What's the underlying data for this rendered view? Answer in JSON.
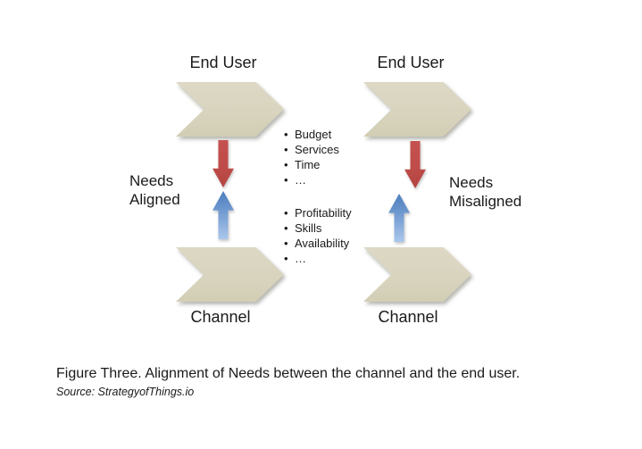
{
  "slide": {
    "groups": [
      {
        "id": "aligned",
        "top_label": "End User",
        "bottom_label": "Channel",
        "state_label": "Needs Aligned"
      },
      {
        "id": "misaligned",
        "top_label": "End User",
        "bottom_label": "Channel",
        "state_label": "Needs Misaligned"
      }
    ],
    "end_user_needs": [
      "Budget",
      "Services",
      "Time",
      "…"
    ],
    "channel_needs": [
      "Profitability",
      "Skills",
      "Availability",
      "…"
    ],
    "caption": "Figure Three. Alignment of Needs between the channel and the end user.",
    "source": "Source: StrategyofThings.io"
  },
  "colors": {
    "text": "#1a1a1a",
    "chevron-fill": "#d8d4be",
    "red-arrow": "#be4b48",
    "blue-arrow-dark": "#4d7ebe",
    "blue-arrow-light": "#abc7eb"
  }
}
